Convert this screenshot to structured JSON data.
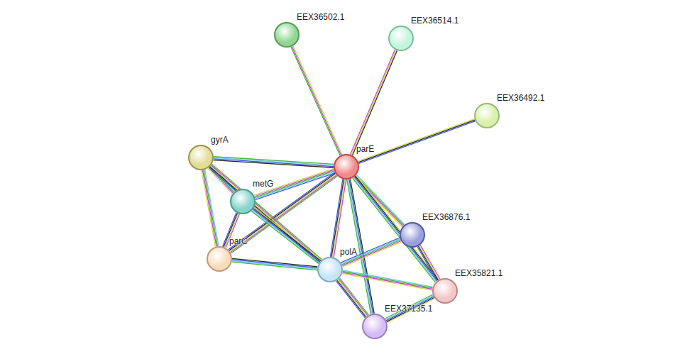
{
  "diagram": {
    "nodes": [
      {
        "text": [
          "EEX36502.1"
        ]
      },
      {
        "text": [
          "EEX36514.1"
        ]
      },
      {
        "text": [
          "EEX36492.1"
        ]
      },
      {
        "text": [
          "gyrA"
        ]
      },
      {
        "text": [
          "parE"
        ]
      },
      {
        "text": [
          "metG"
        ]
      },
      {
        "text": [
          "EEX36876.1"
        ]
      },
      {
        "text": [
          "parC"
        ]
      },
      {
        "text": [
          "polA"
        ]
      },
      {
        "text": [
          "EEX35821.1"
        ]
      },
      {
        "text": [
          "EEX37135.1"
        ]
      }
    ],
    "edges": [
      {
        "from": 4,
        "to": 0,
        "arrow": "none"
      },
      {
        "from": 4,
        "to": 1,
        "arrow": "none"
      },
      {
        "from": 4,
        "to": 2,
        "arrow": "none"
      },
      {
        "from": 4,
        "to": 3,
        "arrow": "none"
      },
      {
        "from": 4,
        "to": 5,
        "arrow": "none"
      },
      {
        "from": 4,
        "to": 6,
        "arrow": "none"
      },
      {
        "from": 4,
        "to": 7,
        "arrow": "none"
      },
      {
        "from": 4,
        "to": 8,
        "arrow": "none"
      },
      {
        "from": 4,
        "to": 9,
        "arrow": "none"
      },
      {
        "from": 4,
        "to": 10,
        "arrow": "none"
      },
      {
        "from": 3,
        "to": 5,
        "arrow": "none"
      },
      {
        "from": 3,
        "to": 7,
        "arrow": "none"
      },
      {
        "from": 3,
        "to": 8,
        "arrow": "none"
      },
      {
        "from": 5,
        "to": 7,
        "arrow": "none"
      },
      {
        "from": 5,
        "to": 8,
        "arrow": "none"
      },
      {
        "from": 7,
        "to": 8,
        "arrow": "none"
      },
      {
        "from": 8,
        "to": 6,
        "arrow": "none"
      },
      {
        "from": 8,
        "to": 9,
        "arrow": "none"
      },
      {
        "from": 8,
        "to": 10,
        "arrow": "none"
      },
      {
        "from": 6,
        "to": 9,
        "arrow": "none"
      },
      {
        "from": 9,
        "to": 10,
        "arrow": "none"
      }
    ]
  }
}
